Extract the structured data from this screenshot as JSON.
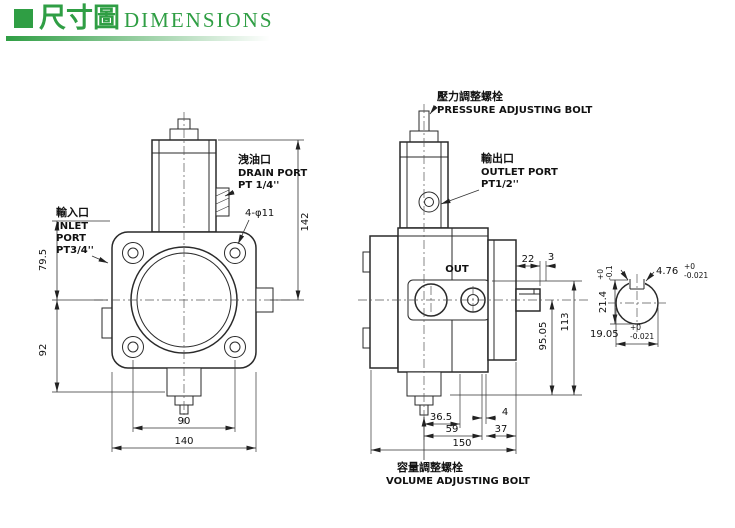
{
  "colors": {
    "accent": "#2f9e44"
  },
  "header": {
    "title_cjk": "尺寸圖",
    "title_en": "DIMENSIONS"
  },
  "front_view": {
    "drain_cjk": "洩油口",
    "drain_en": "DRAIN PORT",
    "drain_size": "PT 1/4''",
    "inlet_cjk": "輸入口",
    "inlet_en1": "INLET",
    "inlet_en2": "PORT",
    "inlet_size": "PT3/4''",
    "bolt_holes": "4-φ11",
    "dim_height": "142",
    "dim_upper": "79.5",
    "dim_lower": "92",
    "dim_bolt_span": "90",
    "dim_width": "140"
  },
  "side_view": {
    "pressure_cjk": "壓力調整螺栓",
    "pressure_en": "PRESSURE ADJUSTING BOLT",
    "outlet_cjk": "輸出口",
    "outlet_en": "OUTLET PORT",
    "outlet_size": "PT1/2''",
    "volume_cjk": "容量調整螺栓",
    "volume_en": "VOLUME ADJUSTING BOLT",
    "out_label": "OUT",
    "dim_shaft_len": "22",
    "dim_key_end": "3",
    "dim_center_height": "95.05",
    "dim_total_height": "113",
    "dim_36_5": "36.5",
    "dim_4": "4",
    "dim_59": "59",
    "dim_37": "37",
    "dim_150": "150"
  },
  "shaft_detail": {
    "key_width": "4.76",
    "key_width_tol_plus": "+0",
    "key_width_tol_minus": "-0.021",
    "key_height": "21.4",
    "key_height_tol_plus": "+0",
    "key_height_tol_minus": "-0.1",
    "diameter": "19.05",
    "diameter_tol_plus": "+0",
    "diameter_tol_minus": "-0.021"
  }
}
